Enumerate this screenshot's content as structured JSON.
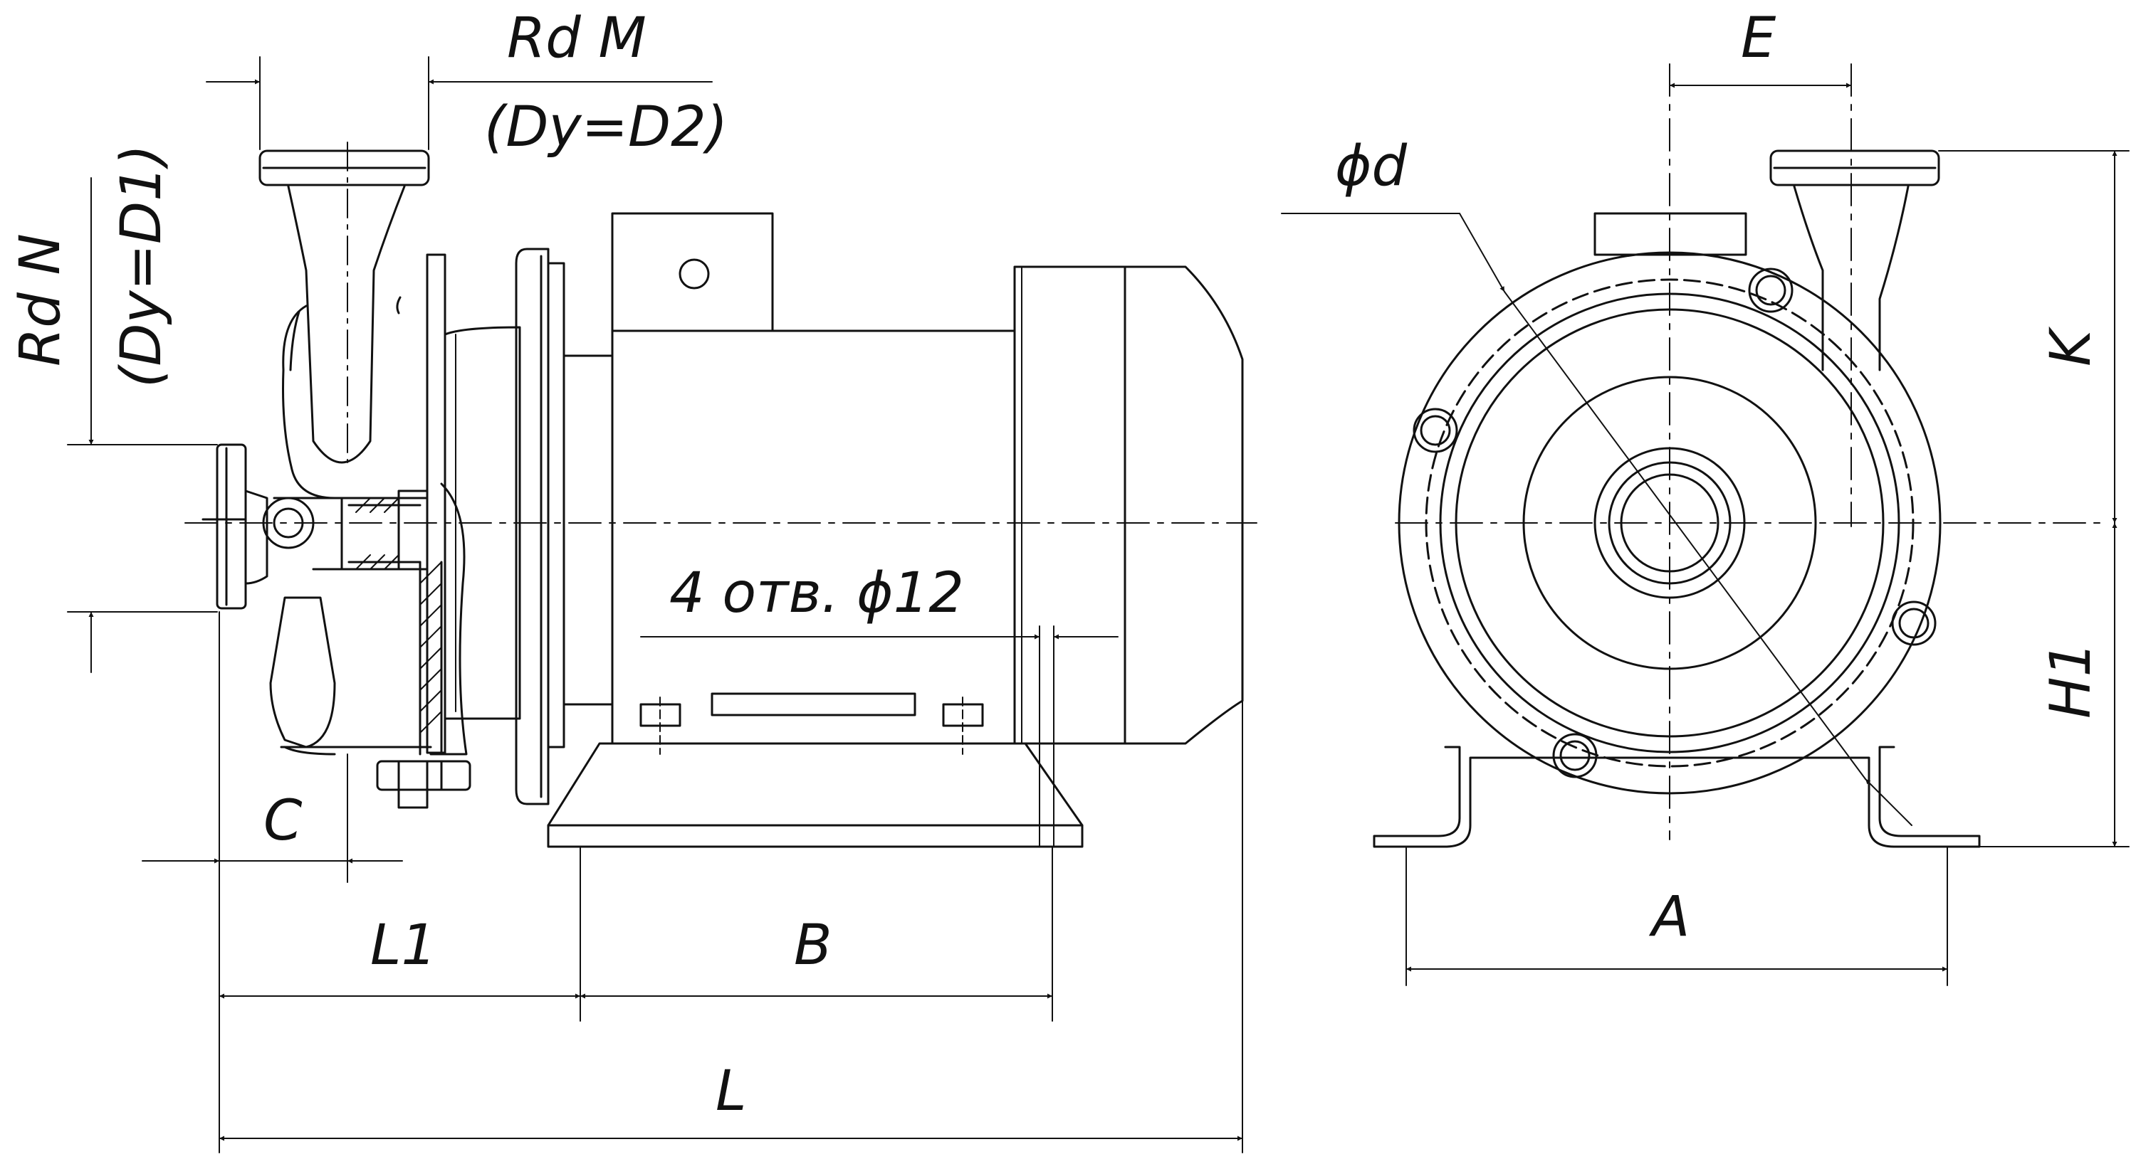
{
  "labels": {
    "rd_m": "Rd M",
    "dy_d2": "(Dy=D2)",
    "rd_n": "Rd N",
    "dy_d1": "(Dy=D1)",
    "c": "C",
    "l1": "L1",
    "b": "B",
    "l": "L",
    "holes": "4 отв. ϕ12",
    "e": "E",
    "phi_d": "ϕd",
    "k": "K",
    "h1": "H1",
    "a": "A"
  },
  "colors": {
    "ink": "#111111",
    "background": "#ffffff"
  }
}
